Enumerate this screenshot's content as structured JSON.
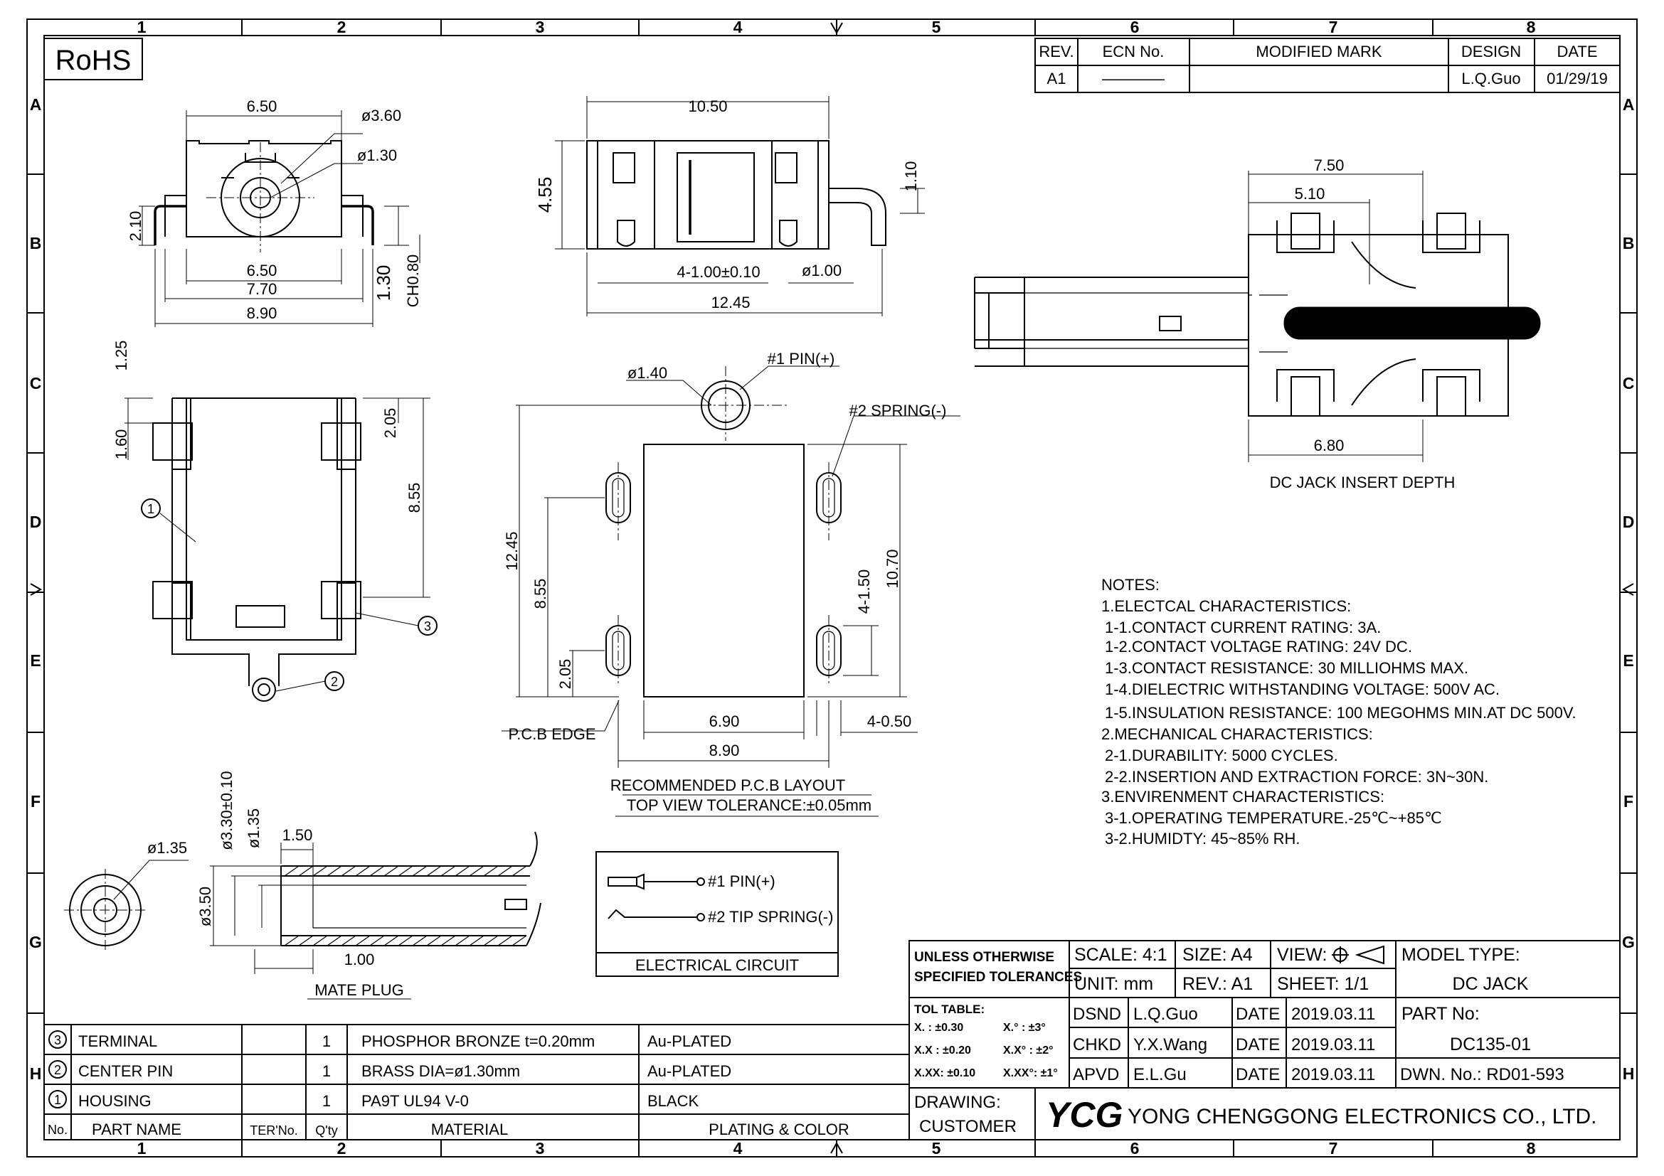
{
  "grid": {
    "cols": [
      "1",
      "2",
      "3",
      "4",
      "5",
      "6",
      "7",
      "8"
    ],
    "rows": [
      "A",
      "B",
      "C",
      "D",
      "E",
      "F",
      "G",
      "H"
    ]
  },
  "rohs": "RoHS",
  "revision": {
    "headers": [
      "REV.",
      "ECN No.",
      "MODIFIED MARK",
      "DESIGN",
      "DATE"
    ],
    "row": {
      "rev": "A1",
      "ecn": "————",
      "mark": "",
      "design": "L.Q.Guo",
      "date": "01/29/19"
    }
  },
  "dims": {
    "front": [
      "6.50",
      "ø3.60",
      "ø1.30",
      "2.10",
      "6.50",
      "7.70",
      "8.90",
      "1.30",
      "CH0.80"
    ],
    "side": [
      "10.50",
      "4.55",
      "1.10",
      "4-1.00±0.10",
      "ø1.00",
      "12.45"
    ],
    "bottom": [
      "1.25",
      "1.60",
      "2.05",
      "8.55"
    ],
    "pcb": [
      "ø1.40",
      "#1 PIN(+)",
      "#2 SPRING(-)",
      "12.45",
      "8.55",
      "2.05",
      "4-1.50",
      "10.70",
      "6.90",
      "8.90",
      "4-0.50",
      "P.C.B EDGE"
    ],
    "insert": [
      "7.50",
      "5.10",
      "6.80"
    ],
    "plug": [
      "ø1.35",
      "ø3.30±0.10",
      "ø1.35",
      "1.50",
      "ø3.50",
      "1.00"
    ]
  },
  "callouts": [
    "1",
    "2",
    "3"
  ],
  "labels": {
    "insert_depth": "DC JACK INSERT DEPTH",
    "pcb_layout": "RECOMMENDED P.C.B LAYOUT",
    "tolerance": "TOP VIEW TOLERANCE:±0.05mm",
    "mate_plug": "MATE PLUG"
  },
  "circuit": {
    "pin1": "#1 PIN(+)",
    "pin2": "#2 TIP SPRING(-)",
    "title": "ELECTRICAL CIRCUIT"
  },
  "notes": [
    "NOTES:",
    "1.ELECTCAL CHARACTERISTICS:",
    "1-1.CONTACT CURRENT RATING:   3A.",
    "1-2.CONTACT VOLTAGE RATING:  24V DC.",
    "1-3.CONTACT RESISTANCE:  30 MILLIOHMS MAX.",
    "1-4.DIELECTRIC WITHSTANDING VOLTAGE:  500V AC.",
    "1-5.INSULATION RESISTANCE:  100 MEGOHMS MIN.AT DC 500V.",
    "2.MECHANICAL CHARACTERISTICS:",
    "2-1.DURABILITY:  5000 CYCLES.",
    "2-2.INSERTION AND EXTRACTION FORCE: 3N~30N.",
    "3.ENVIRENMENT CHARACTERISTICS:",
    "3-1.OPERATING TEMPERATURE.-25℃~+85℃",
    "3-2.HUMIDTY: 45~85% RH."
  ],
  "bom": {
    "headers": [
      "No.",
      "PART NAME",
      "TER'No.",
      "Q'ty",
      "MATERIAL",
      "PLATING & COLOR"
    ],
    "rows": [
      {
        "no": "3",
        "name": "TERMINAL",
        "ter": "",
        "qty": "1",
        "material": "PHOSPHOR BRONZE t=0.20mm",
        "plating": "Au-PLATED"
      },
      {
        "no": "2",
        "name": "CENTER PIN",
        "ter": "",
        "qty": "1",
        "material": "BRASS DIA=ø1.30mm",
        "plating": "Au-PLATED"
      },
      {
        "no": "1",
        "name": "HOUSING",
        "ter": "",
        "qty": "1",
        "material": "PA9T UL94 V-0",
        "plating": "BLACK"
      }
    ]
  },
  "title_block": {
    "unless": "UNLESS OTHERWISE",
    "specified": "SPECIFIED TOLERANCES",
    "scale": "SCALE: 4:1",
    "size": "SIZE:  A4",
    "view": "VIEW:",
    "unit": "UNIT:  mm",
    "rev": "REV.:  A1",
    "sheet": "SHEET: 1/1",
    "model_label": "MODEL TYPE:",
    "model_value": "DC JACK",
    "tol_table": "TOL TABLE:",
    "tol1": "X.   :  ±0.30",
    "tol1b": "X.°   : ±3°",
    "tol2": "X.X :  ±0.20",
    "tol2b": "X.X°  : ±2°",
    "tol3": "X.XX:  ±0.10",
    "tol3b": "X.XX°: ±1°",
    "dsnd": "DSND",
    "dsnd_name": "L.Q.Guo",
    "chkd": "CHKD",
    "chkd_name": "Y.X.Wang",
    "apvd": "APVD",
    "apvd_name": "E.L.Gu",
    "date_label": "DATE",
    "date_value": "2019.03.11",
    "part_label": "PART No:",
    "part_value": "DC135-01",
    "dwn": "DWN. No.: RD01-593",
    "drawing": "DRAWING:",
    "customer": "CUSTOMER",
    "logo": "YCG",
    "company": "YONG CHENGGONG ELECTRONICS CO., LTD."
  }
}
